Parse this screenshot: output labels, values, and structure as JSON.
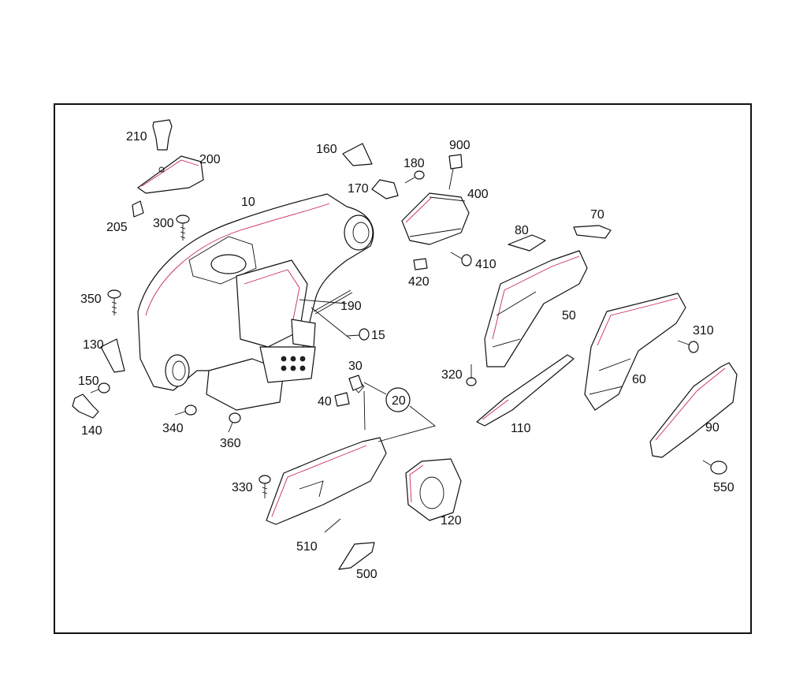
{
  "labels": {
    "p10": "10",
    "p15": "15",
    "p20": "20",
    "p30": "30",
    "p40": "40",
    "p50": "50",
    "p60": "60",
    "p70": "70",
    "p80": "80",
    "p90": "90",
    "p110": "110",
    "p120": "120",
    "p130": "130",
    "p140": "140",
    "p150": "150",
    "p160": "160",
    "p170": "170",
    "p180": "180",
    "p190": "190",
    "p200": "200",
    "p205": "205",
    "p210": "210",
    "p300": "300",
    "p310": "310",
    "p320": "320",
    "p330": "330",
    "p340": "340",
    "p350": "350",
    "p360": "360",
    "p400": "400",
    "p410": "410",
    "p420": "420",
    "p500": "500",
    "p510": "510",
    "p550": "550",
    "p900": "900"
  },
  "colors": {
    "outline": "#111111",
    "accent": "#c8285a",
    "background": "#ffffff"
  }
}
